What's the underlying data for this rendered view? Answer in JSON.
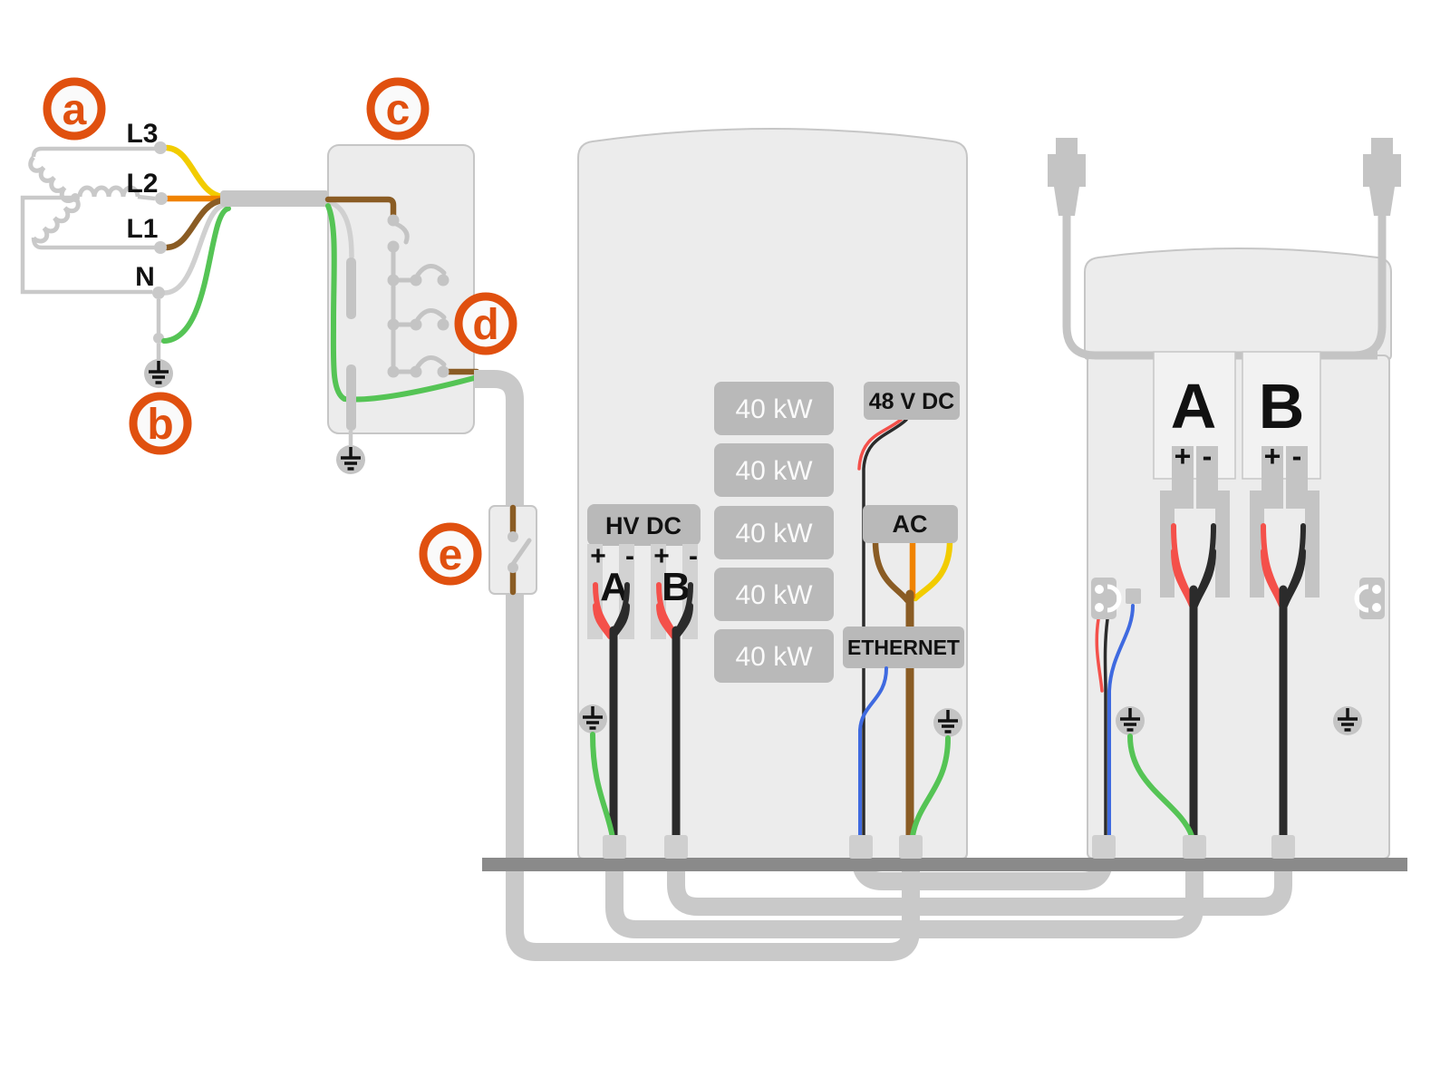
{
  "legend": {
    "badges": [
      {
        "id": "a",
        "label": "a"
      },
      {
        "id": "b",
        "label": "b"
      },
      {
        "id": "c",
        "label": "c"
      },
      {
        "id": "d",
        "label": "d"
      },
      {
        "id": "e",
        "label": "e"
      }
    ]
  },
  "source": {
    "phases": [
      "L3",
      "L2",
      "L1",
      "N"
    ]
  },
  "power_cabinet": {
    "hv_dc": {
      "title": "HV DC",
      "plus": "+",
      "minus": "-",
      "outputs": [
        "A",
        "B"
      ]
    },
    "modules": [
      {
        "power": "40 kW"
      },
      {
        "power": "40 kW"
      },
      {
        "power": "40 kW"
      },
      {
        "power": "40 kW"
      },
      {
        "power": "40 kW"
      }
    ],
    "io": {
      "dc48": "48 V DC",
      "ac": "AC",
      "ethernet": "ETHERNET"
    }
  },
  "charge_post": {
    "connectors": [
      {
        "label": "A",
        "plus": "+",
        "minus": "-"
      },
      {
        "label": "B",
        "plus": "+",
        "minus": "-"
      }
    ]
  },
  "icons": {
    "ground": "ground-icon",
    "plug": "ev-plug-icon",
    "comm_port": "comm-port-icon",
    "disconnect": "disconnect-switch-icon"
  },
  "colors": {
    "accent_orange": "#E0500F",
    "wire_yellow": "#F2CC00",
    "wire_orange": "#F08300",
    "wire_brown": "#8A5C24",
    "wire_green": "#55C455",
    "wire_red": "#F4504A",
    "wire_black": "#2B2B2B",
    "wire_blue": "#3F6AE0",
    "wire_neutral": "#D0D0D0",
    "conduit_gray": "#C9C9C9",
    "cabinet_fill": "#ECECEC",
    "cabinet_border": "#C6C6C6",
    "badge_gray": "#B9B9B9",
    "hardware_gray": "#C4C4C4",
    "terminal_gray": "#D2D2D2",
    "ground_bar": "#8A8A8A"
  }
}
